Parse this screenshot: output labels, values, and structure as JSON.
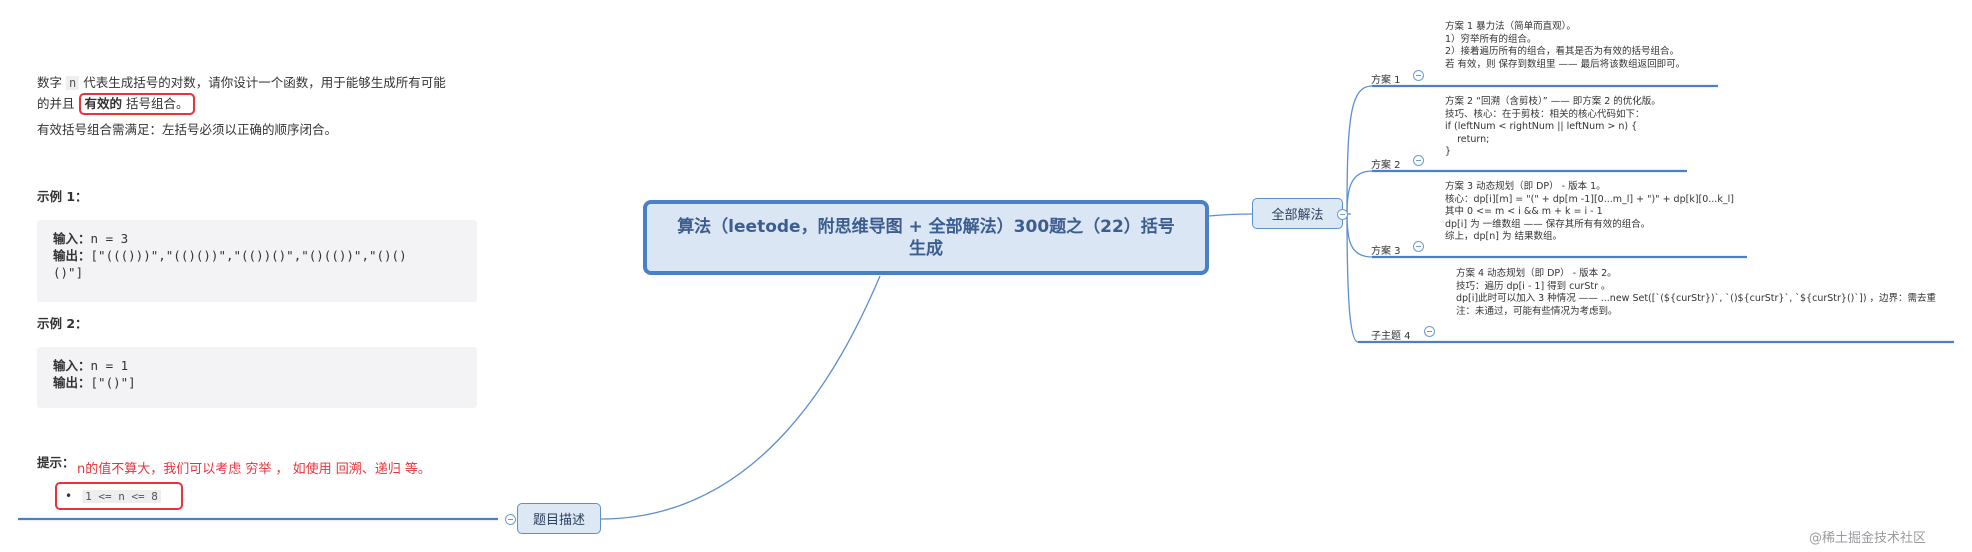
{
  "root": {
    "title": "算法（leetode，附思维导图 + 全部解法）300题之（22）括号生成"
  },
  "branches": {
    "all_solutions": "全部解法",
    "problem_desc": "题目描述"
  },
  "solutions": [
    {
      "label": "方案 1",
      "lines": [
        "方案 1 暴力法（简单而直观）。",
        "",
        "1）穷举所有的组合。",
        "2）接着遍历所有的组合，看其是否为有效的括号组合。",
        "若 有效，则 保存到数组里 —— 最后将该数组返回即可。"
      ]
    },
    {
      "label": "方案 2",
      "lines": [
        "方案 2 “回溯（含剪枝）” —— 即方案 2 的优化版。",
        "",
        "技巧、核心：在于剪枝：相关的核心代码如下：",
        "if (leftNum < rightNum || leftNum > n) {",
        "    return;",
        "}"
      ]
    },
    {
      "label": "方案 3",
      "lines": [
        "方案 3 动态规划（即 DP） - 版本 1。",
        "",
        "核心：dp[i][m] = \"(\" + dp[m -1][0...m_l] + \")\" + dp[k][0...k_l]",
        "其中 0 <= m < i && m + k = i - 1",
        "dp[i] 为 一维数组 —— 保存其所有有效的组合。",
        "综上，dp[n] 为 结果数组。"
      ]
    },
    {
      "label": "子主题 4",
      "lines": [
        "方案 4 动态规划（即 DP） - 版本 2。",
        "",
        "技巧：遍历 dp[i - 1] 得到 curStr 。",
        "dp[i]此时可以加入 3 种情况 —— ...new Set([`(${curStr})`, `()${curStr}`, `${curStr}()`]) ，边界：需去重",
        "",
        "注：未通过，可能有些情况为考虑到。"
      ]
    }
  ],
  "problem": {
    "desc_part1": "数字",
    "desc_code": "n",
    "desc_part2": "代表生成括号的对数，请你设计一个函数，用于能够生成所有可能",
    "desc_line2_prefix": "的并且",
    "desc_highlight": "有效的",
    "desc_line2_suffix": "括号组合。",
    "desc_rule": "有效括号组合需满足：左括号必须以正确的顺序闭合。",
    "example1_title": "示例 1：",
    "example1_input_label": "输入：",
    "example1_input": "n = 3",
    "example1_output_label": "输出：",
    "example1_output_line1": "[\"((()))\",\"(()())\",\"(())()\",\"()(())\",\"()()",
    "example1_output_line2": "()\"]",
    "example2_title": "示例 2：",
    "example2_input_label": "输入：",
    "example2_input": "n = 1",
    "example2_output_label": "输出：",
    "example2_output": "[\"()\"]",
    "hint_title": "提示：",
    "hint_note": "n的值不算大，我们可以考虑 穷举 ， 如使用 回溯、递归 等。",
    "constraint": "1 <= n <= 8"
  },
  "watermark": "@稀土掘金技术社区",
  "colors": {
    "line": "#5b8fce",
    "red": "#e5343c",
    "root_border": "#4a80c4"
  }
}
